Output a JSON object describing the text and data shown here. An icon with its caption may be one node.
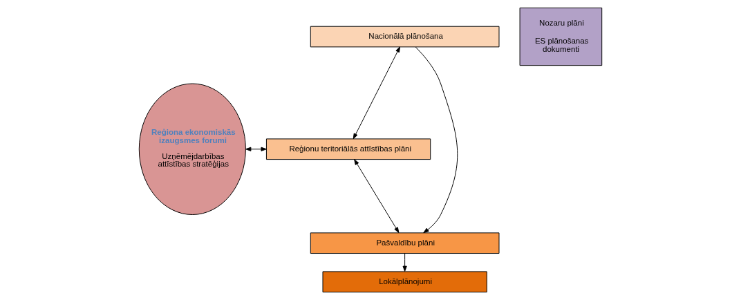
{
  "diagram": {
    "nodes": [
      {
        "text": [
          "Reģiona ekonomiskās izaugsmes forumi",
          "Uzņēmējdarbības attīstības stratēģijas"
        ]
      },
      {
        "text": [
          "Nacionālā plānošana"
        ]
      },
      {
        "text": [
          "Reģionu teritoriālās attīstības plāni"
        ]
      },
      {
        "text": [
          "Pašvaldību plāni"
        ]
      },
      {
        "text": [
          "Lokālplānojumi"
        ]
      },
      {
        "text": [
          "Nozaru plāni",
          "ES plānošanas dokumenti"
        ]
      }
    ],
    "edges": [
      {
        "from": 1,
        "to": 2,
        "arrow": "both"
      },
      {
        "from": 0,
        "to": 2,
        "arrow": "both"
      },
      {
        "from": 2,
        "to": 3,
        "arrow": "both"
      },
      {
        "from": 1,
        "to": 3,
        "arrow": "to"
      },
      {
        "from": 3,
        "to": 4,
        "arrow": "to"
      }
    ]
  }
}
